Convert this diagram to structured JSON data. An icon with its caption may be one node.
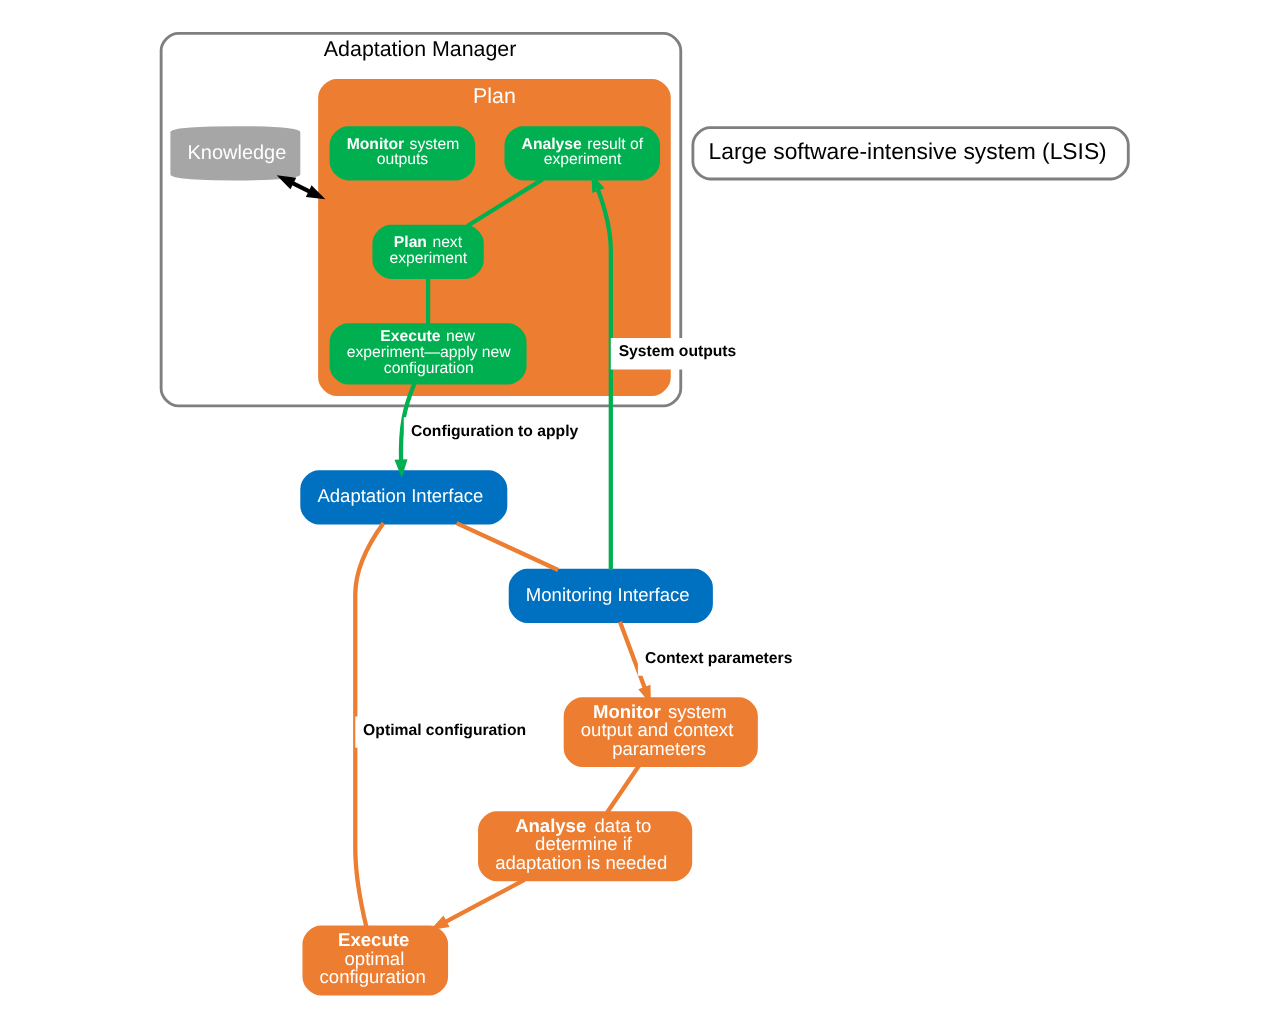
{
  "diagram": {
    "nodes": [
      {
        "text": [
          "Adaptation Manager"
        ]
      },
      {
        "text": [
          "Plan"
        ],
        "in": 0
      },
      {
        "text": [
          "**Plan** next experiment"
        ],
        "in": 1
      },
      {
        "text": [
          "**Analyse** result of experiment"
        ],
        "in": 1
      },
      {
        "text": [
          "**Execute** new experiment—apply new configuration"
        ],
        "in": 1
      },
      {
        "text": [
          "**Monitor** system outputs"
        ],
        "in": 1
      },
      {
        "text": [
          "Knowledge"
        ],
        "in": 0
      },
      {
        "text": [
          "**Analyse** data to determine if adaptation is needed"
        ]
      },
      {
        "text": [
          "**Monitor** system output and context parameters"
        ]
      },
      {
        "text": [
          "**Execute** optimal configuration"
        ]
      },
      {
        "text": [
          "Large software-intensive system (LSIS)"
        ]
      },
      {
        "text": [
          "Adaptation Interface"
        ]
      },
      {
        "text": [
          "Monitoring Interface"
        ]
      }
    ],
    "edges": [
      {
        "from": 12,
        "to": 8,
        "arrow": "to",
        "label": "Context parameters"
      },
      {
        "from": 8,
        "to": 7,
        "arrow": "none"
      },
      {
        "from": 7,
        "to": 9,
        "arrow": "to"
      },
      {
        "from": 9,
        "to": 11,
        "arrow": "none",
        "label": "Optimal configuration"
      },
      {
        "from": 11,
        "to": 12,
        "arrow": "none"
      },
      {
        "from": 12,
        "to": 3,
        "arrow": "to",
        "label": "System outputs",
        "color": "#00b050"
      },
      {
        "from": 3,
        "to": 2,
        "arrow": "none",
        "color": "#00b050"
      },
      {
        "from": 2,
        "to": 4,
        "arrow": "none",
        "color": "#00b050"
      },
      {
        "from": 4,
        "to": 11,
        "arrow": "to",
        "label": "Configuration to apply",
        "color": "#00b050"
      },
      {
        "from": 6,
        "to": 1,
        "arrow": "both",
        "color": "#000000"
      }
    ]
  }
}
